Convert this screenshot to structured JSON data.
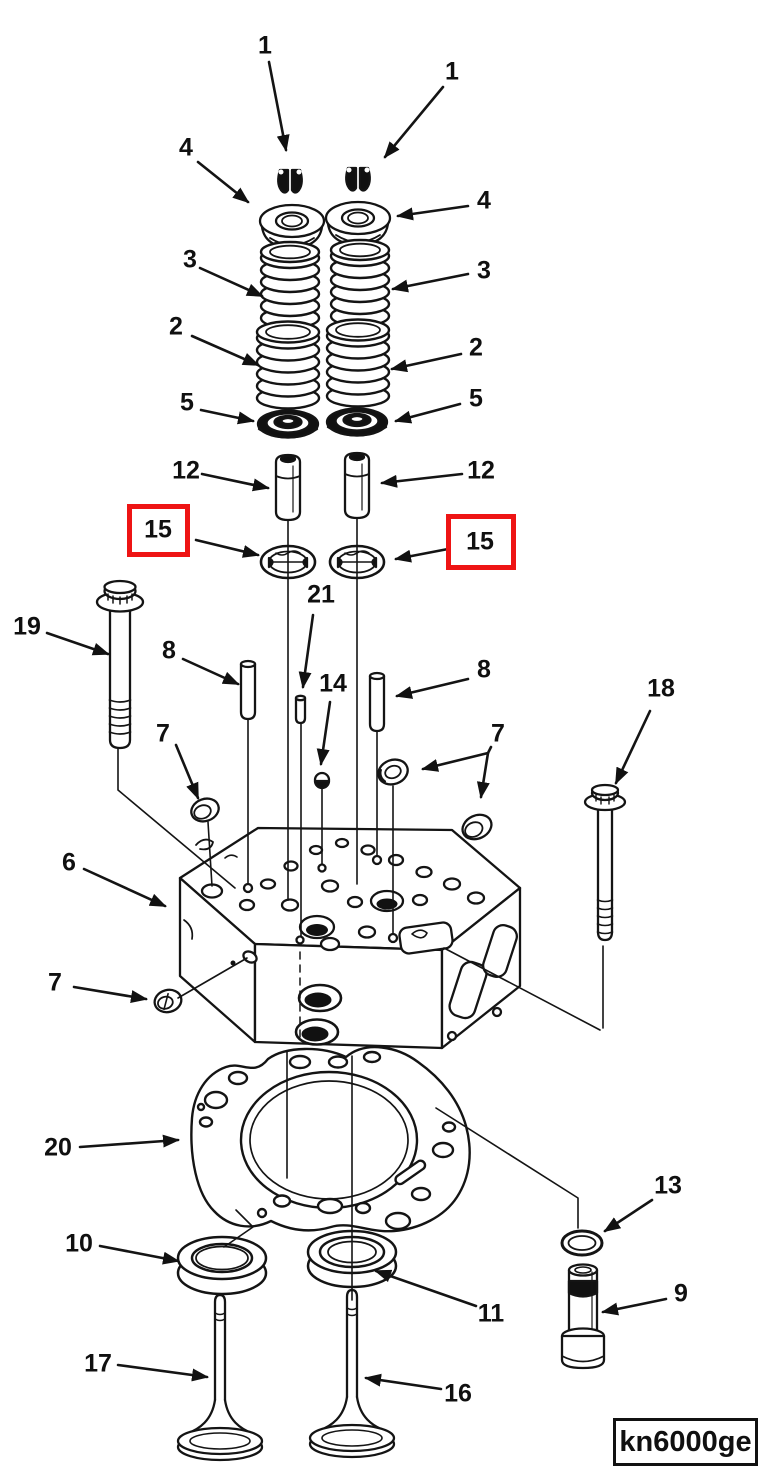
{
  "figure": {
    "type": "exploded-parts-diagram",
    "code_label": "kn6000ge",
    "background_color": "#ffffff",
    "line_color": "#111111",
    "highlight_color": "#ee1414"
  },
  "callouts": [
    {
      "id": "1-left",
      "label": "1",
      "highlighted": false
    },
    {
      "id": "1-right",
      "label": "1",
      "highlighted": false
    },
    {
      "id": "4-left",
      "label": "4",
      "highlighted": false
    },
    {
      "id": "4-right",
      "label": "4",
      "highlighted": false
    },
    {
      "id": "3-left",
      "label": "3",
      "highlighted": false
    },
    {
      "id": "3-right",
      "label": "3",
      "highlighted": false
    },
    {
      "id": "2-left",
      "label": "2",
      "highlighted": false
    },
    {
      "id": "2-right",
      "label": "2",
      "highlighted": false
    },
    {
      "id": "5-left",
      "label": "5",
      "highlighted": false
    },
    {
      "id": "5-right",
      "label": "5",
      "highlighted": false
    },
    {
      "id": "12-left",
      "label": "12",
      "highlighted": false
    },
    {
      "id": "12-right",
      "label": "12",
      "highlighted": false
    },
    {
      "id": "15-left",
      "label": "15",
      "highlighted": true
    },
    {
      "id": "15-right",
      "label": "15",
      "highlighted": true
    },
    {
      "id": "21",
      "label": "21",
      "highlighted": false
    },
    {
      "id": "19",
      "label": "19",
      "highlighted": false
    },
    {
      "id": "8-left",
      "label": "8",
      "highlighted": false
    },
    {
      "id": "14",
      "label": "14",
      "highlighted": false
    },
    {
      "id": "8-right",
      "label": "8",
      "highlighted": false
    },
    {
      "id": "18",
      "label": "18",
      "highlighted": false
    },
    {
      "id": "7-top-left",
      "label": "7",
      "highlighted": false
    },
    {
      "id": "7-right",
      "label": "7",
      "highlighted": false
    },
    {
      "id": "6",
      "label": "6",
      "highlighted": false
    },
    {
      "id": "7-bottom-left",
      "label": "7",
      "highlighted": false
    },
    {
      "id": "20",
      "label": "20",
      "highlighted": false
    },
    {
      "id": "13",
      "label": "13",
      "highlighted": false
    },
    {
      "id": "10",
      "label": "10",
      "highlighted": false
    },
    {
      "id": "9",
      "label": "9",
      "highlighted": false
    },
    {
      "id": "11",
      "label": "11",
      "highlighted": false
    },
    {
      "id": "17",
      "label": "17",
      "highlighted": false
    },
    {
      "id": "16",
      "label": "16",
      "highlighted": false
    }
  ]
}
